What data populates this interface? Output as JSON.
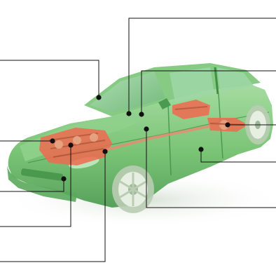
{
  "figure": {
    "subject": "car-xray-callout-diagram",
    "colors": {
      "body_green": "#6fbf6a",
      "body_dark": "#3f8f45",
      "glass": "#8fcf9a",
      "component_red": "#ef6a50",
      "tire": "#c9d9c4",
      "rim": "#e6efe2",
      "leader": "#111111",
      "shadow": "#dfe7dd"
    },
    "components": [
      {
        "id": "engine",
        "label": ""
      },
      {
        "id": "rear-axle-drive",
        "label": ""
      },
      {
        "id": "steering",
        "label": ""
      },
      {
        "id": "transmission",
        "label": ""
      }
    ],
    "callouts": [
      {
        "id": "callout-1",
        "label": ""
      },
      {
        "id": "callout-2",
        "label": ""
      },
      {
        "id": "callout-3",
        "label": ""
      },
      {
        "id": "callout-4",
        "label": ""
      },
      {
        "id": "callout-5",
        "label": ""
      },
      {
        "id": "callout-6",
        "label": ""
      },
      {
        "id": "callout-7",
        "label": ""
      },
      {
        "id": "callout-8",
        "label": ""
      },
      {
        "id": "callout-9",
        "label": ""
      },
      {
        "id": "callout-10",
        "label": ""
      }
    ]
  }
}
